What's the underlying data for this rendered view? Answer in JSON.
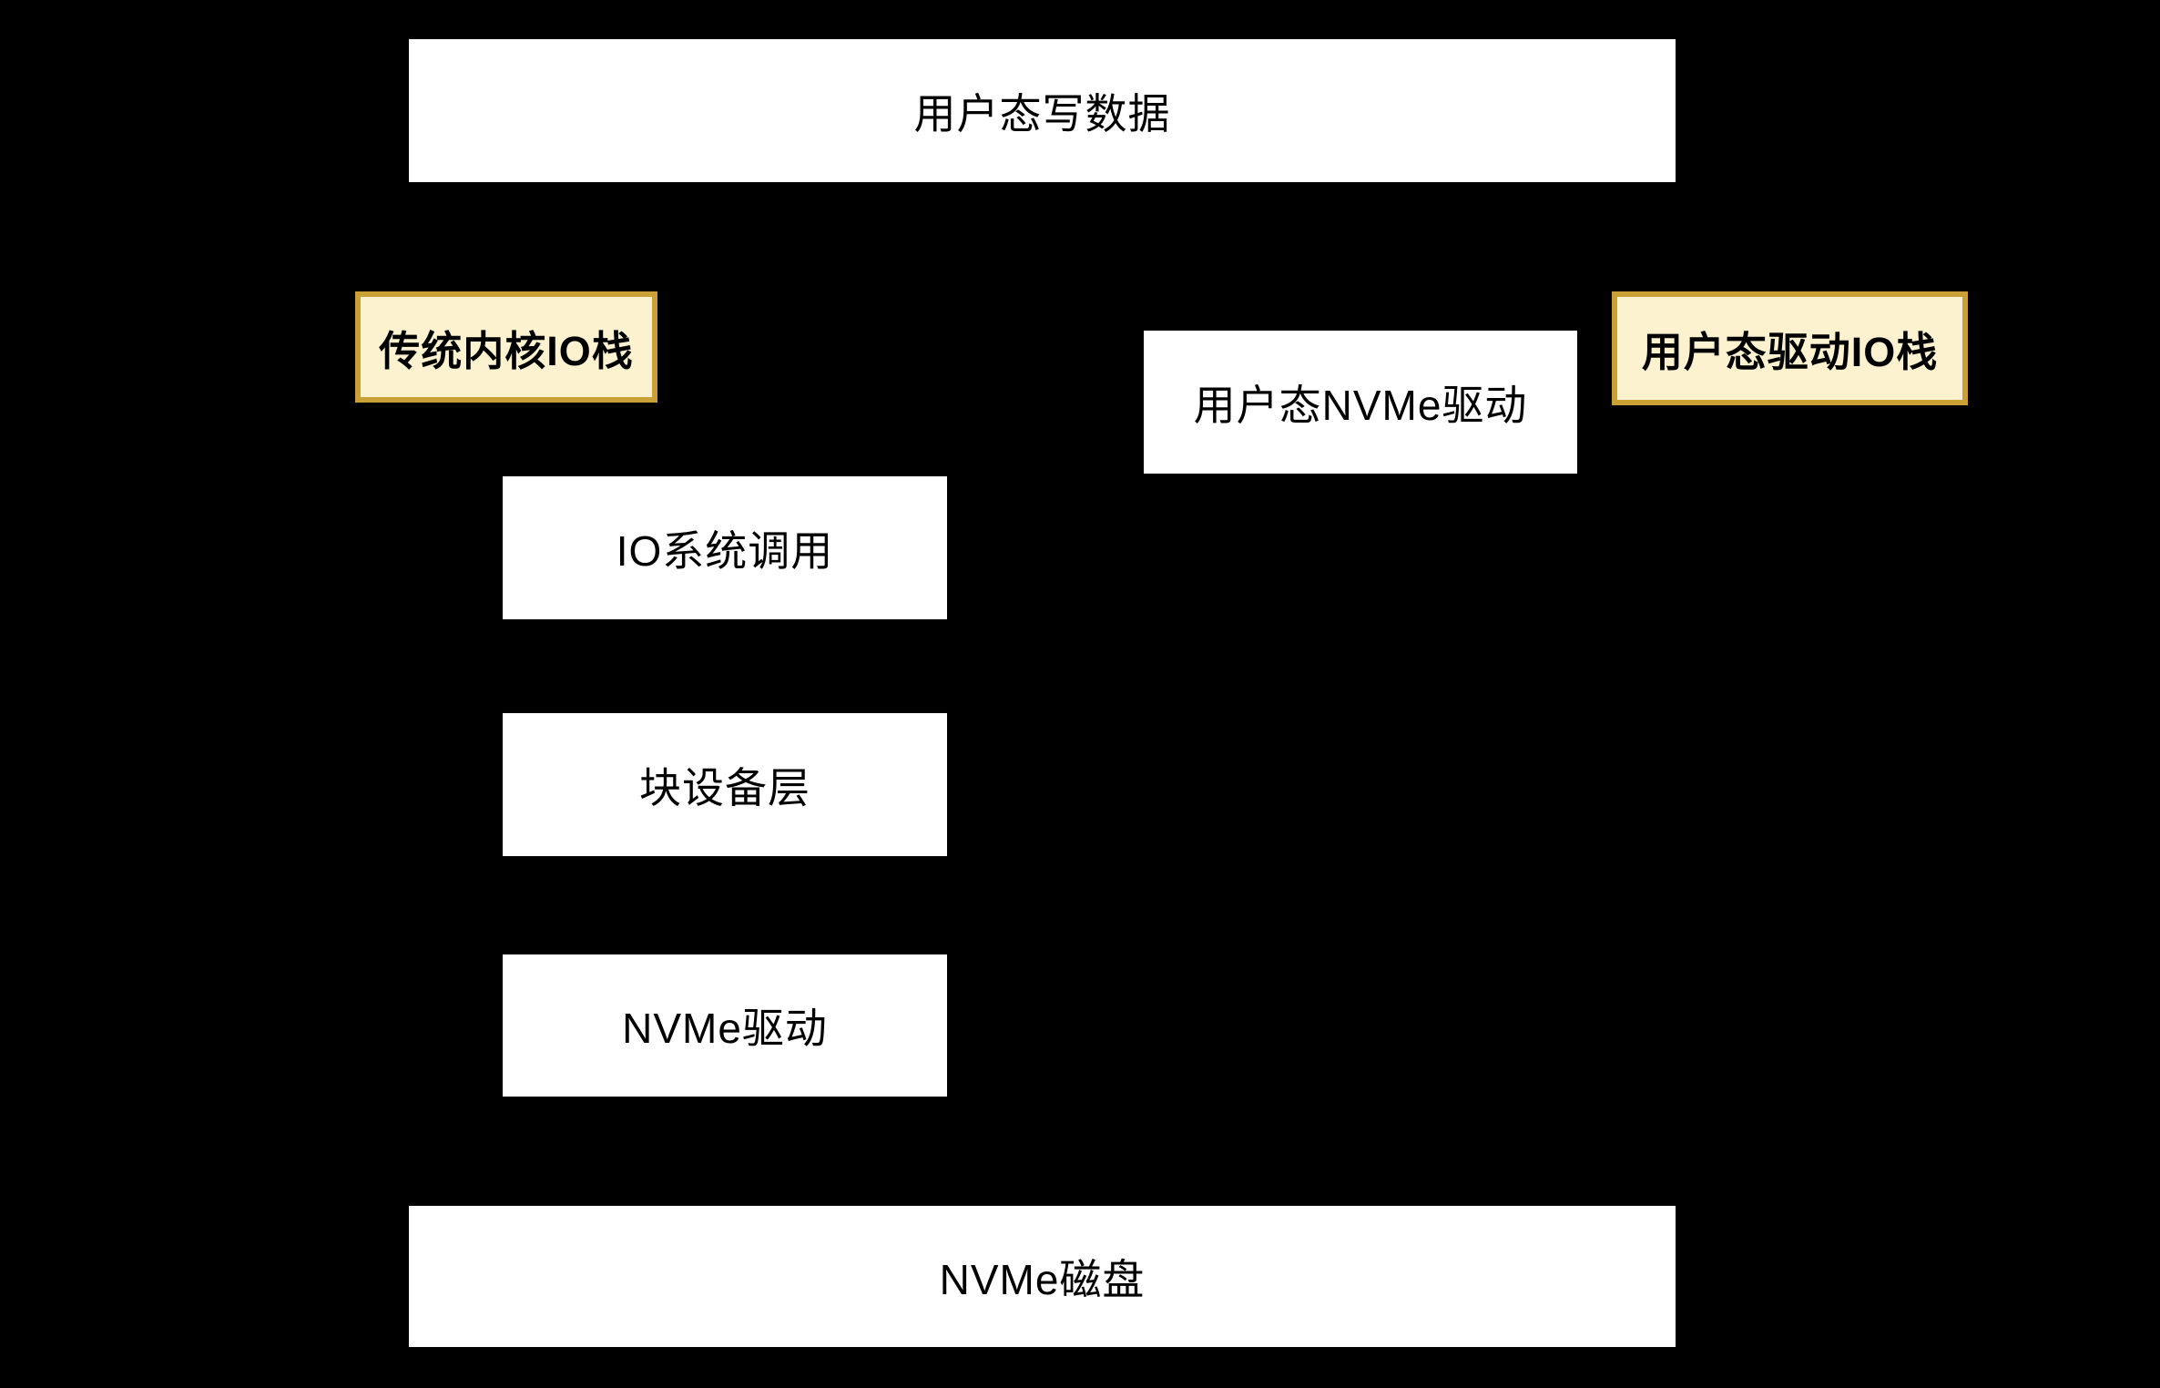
{
  "colors": {
    "canvas_bg": "#000000",
    "box_bg": "#ffffff",
    "box_text": "#000000",
    "label_bg": "#fcf2cf",
    "label_border": "#c9a136"
  },
  "diagram": {
    "top_box": {
      "label": "用户态写数据"
    },
    "kernel_stack_label": {
      "label": "传统内核IO栈"
    },
    "user_stack_label": {
      "label": "用户态驱动IO栈"
    },
    "user_nvme_driver_box": {
      "label": "用户态NVMe驱动"
    },
    "kernel_boxes": [
      {
        "label": "IO系统调用"
      },
      {
        "label": "块设备层"
      },
      {
        "label": "NVMe驱动"
      }
    ],
    "bottom_box": {
      "label": "NVMe磁盘"
    }
  }
}
